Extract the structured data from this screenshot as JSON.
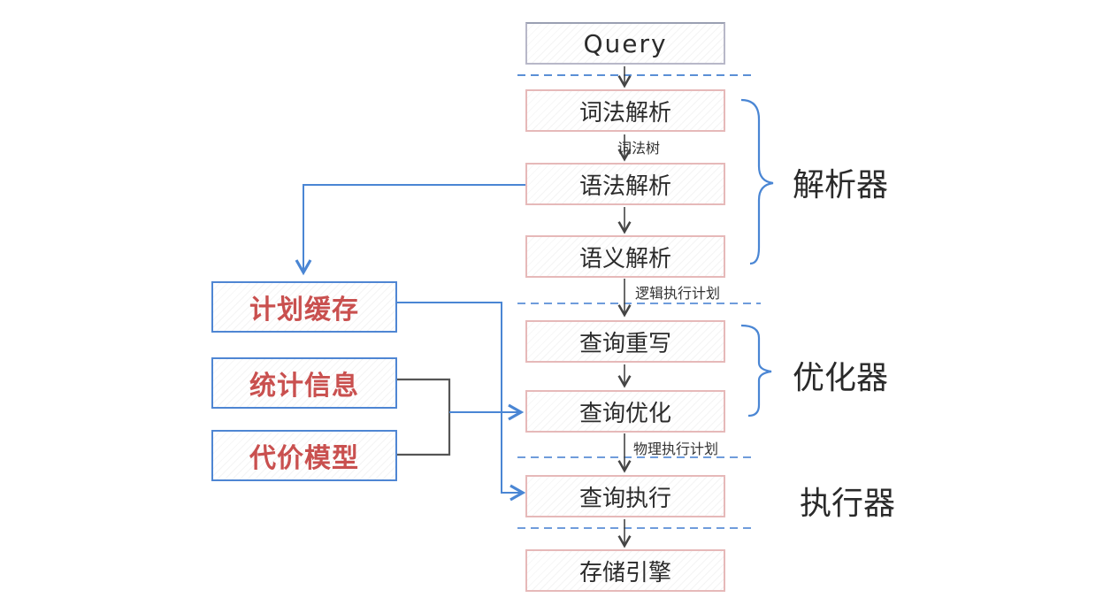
{
  "nodes": {
    "query": "Query",
    "lexical": "词法解析",
    "syntax": "语法解析",
    "semantic": "语义解析",
    "rewrite": "查询重写",
    "optimize": "查询优化",
    "execute": "查询执行",
    "storage": "存储引擎",
    "plan_cache": "计划缓存",
    "statistics": "统计信息",
    "cost_model": "代价模型"
  },
  "edge_labels": {
    "lexical_tree": "词法树",
    "logical_plan": "逻辑执行计划",
    "physical_plan": "物理执行计划"
  },
  "groups": {
    "parser": "解析器",
    "optimizer": "优化器",
    "executor": "执行器"
  },
  "colors": {
    "box_border": "#e6b9b9",
    "side_box_border": "#4f86d3",
    "side_box_text": "#c9504f",
    "connector_blue": "#4a86d4",
    "connector_dark": "#555555",
    "divider": "#5b8fd6"
  }
}
